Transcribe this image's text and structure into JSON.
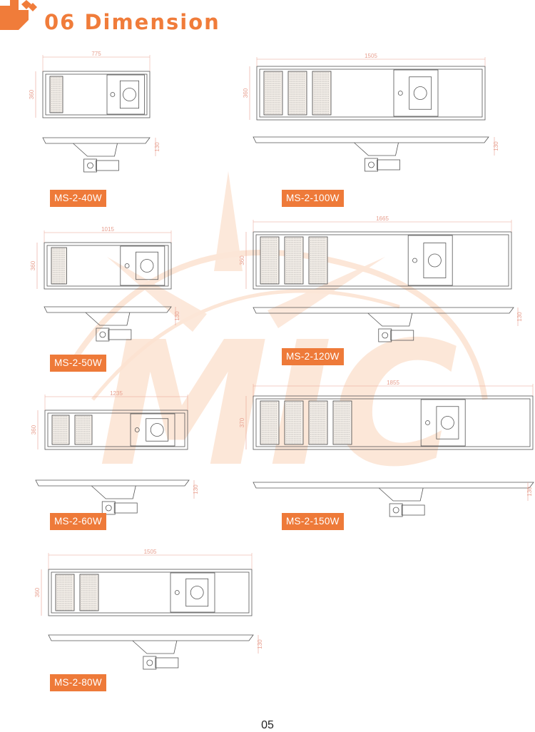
{
  "header": {
    "title": "06  Dimension",
    "accent_color": "#f07c3a",
    "logo_icon": "orange-diamonds-icon"
  },
  "watermark": {
    "text": "MIC",
    "color": "#fbe1cf"
  },
  "models": [
    {
      "label": "MS-2-40W",
      "length": "775",
      "width": "360",
      "height": "130",
      "panels": 1
    },
    {
      "label": "MS-2-50W",
      "length": "1015",
      "width": "360",
      "height": "130",
      "panels": 1
    },
    {
      "label": "MS-2-60W",
      "length": "1235",
      "width": "360",
      "height": "130",
      "panels": 2
    },
    {
      "label": "MS-2-80W",
      "length": "1505",
      "width": "360",
      "height": "130",
      "panels": 2
    },
    {
      "label": "MS-2-100W",
      "length": "1505",
      "width": "360",
      "height": "130",
      "panels": 3
    },
    {
      "label": "MS-2-120W",
      "length": "1665",
      "width": "360",
      "height": "130",
      "panels": 3
    },
    {
      "label": "MS-2-150W",
      "length": "1855",
      "width": "370",
      "height": "130",
      "panels": 4
    }
  ],
  "page_number": "05"
}
